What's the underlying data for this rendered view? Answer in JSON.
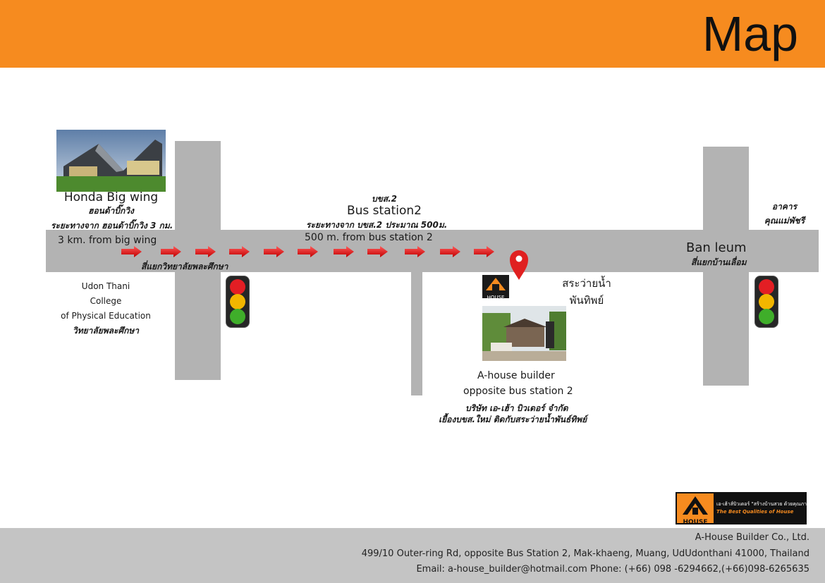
{
  "header": {
    "title": "Map",
    "background": "#f68b1f"
  },
  "landmarks": {
    "honda": {
      "name": "Honda Big wing",
      "name_thai": "ฮอนด้าบิ๊กวิง",
      "distance_thai": "ระยะทางจาก ฮอนด้าบิ๊กวิง 3 กม.",
      "distance_en": "3 km. from big wing"
    },
    "intersection_thai": "สี่แยกวิทยาลัยพละศึกษา",
    "college": {
      "line1": "Udon Thani",
      "line2": "College",
      "line3": "of Physical Education",
      "thai": "วิทยาลัยพละศึกษา"
    },
    "bus_station": {
      "thai": "บขส.2",
      "name": "Bus station2",
      "distance_thai": "ระยะทางจาก บขส.2 ประมาณ 500ม.",
      "distance_en": "500 m. from bus station 2"
    },
    "pool": {
      "line1": "สระว่ายน้ำ",
      "line2": "พันทิพย์"
    },
    "ahouse": {
      "line1": "A-house builder",
      "line2": "opposite bus station 2",
      "thai1": "บริษัท เอ-เฮ้า บิวเดอร์ จำกัด",
      "thai2": "เยื้องบขส.ใหม่ ติดกับสระว่ายน้ำพันธ์ทิพย์",
      "logo_text": "HOUSE"
    },
    "banleum": {
      "name": "Ban leum",
      "thai": "สี่แยกบ้านเลื่อม"
    },
    "building_thai": {
      "line1": "อาคาร",
      "line2": "คุณแม่พัชรี"
    }
  },
  "brand_logo": {
    "text": "HOUSE",
    "tagline_thai": "เอ-เฮ้าส์บิวเดอร์ \"สร้างบ้านสวย ด้วยคุณภาพ\"",
    "tagline_en": "The Best Qualities of House"
  },
  "footer": {
    "company": "A-House Builder Co., Ltd.",
    "address": "499/10 Outer-ring Rd, opposite Bus Station 2, Mak-khaeng, Muang, UdUdonthani 41000, Thailand",
    "contact": "Email: a-house_builder@hotmail.com Phone: (+66) 098 -6294662,(+66)098-6265635"
  },
  "colors": {
    "road": "#b3b3b3",
    "arrow": "#e02020",
    "pin": "#e02020",
    "footer": "#c4c4c4",
    "light_red": "#e31e24",
    "light_yellow": "#f2b600",
    "light_green": "#3fae2a"
  },
  "icons": [
    "traffic-light-icon",
    "map-pin-icon",
    "route-arrow-icon",
    "house-logo-icon"
  ]
}
